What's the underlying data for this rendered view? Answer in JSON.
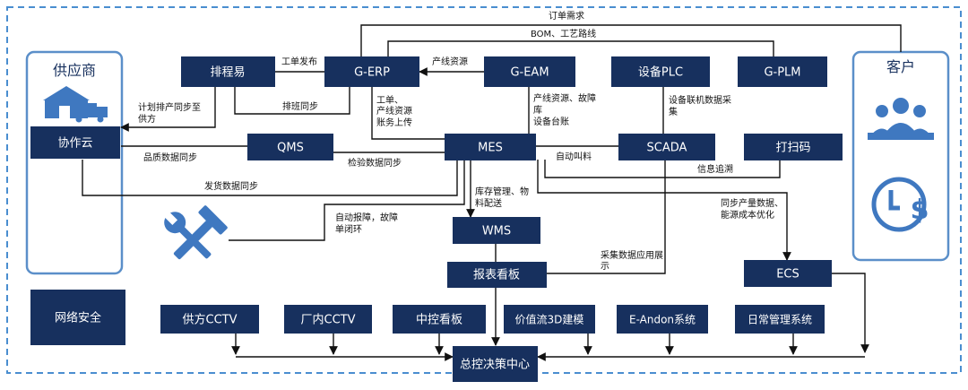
{
  "colors": {
    "node_fill": "#17305e",
    "panel_border": "#5b8fc9",
    "icon_blue": "#3f78c0",
    "frame_dash": "#4a8ed0"
  },
  "panels": {
    "supplier": {
      "title": "供应商"
    },
    "customer": {
      "title": "客户"
    }
  },
  "nodes": {
    "paichengyi": "排程易",
    "g_erp": "G-ERP",
    "g_eam": "G-EAM",
    "shebei_plc": "设备PLC",
    "g_plm": "G-PLM",
    "xiezuoyun": "协作云",
    "qms": "QMS",
    "mes": "MES",
    "scada": "SCADA",
    "dasaoma": "打扫码",
    "wms": "WMS",
    "baobiao": "报表看板",
    "ecs": "ECS",
    "wangluo": "网络安全",
    "gongfang_cctv": "供方CCTV",
    "changnei_cctv": "厂内CCTV",
    "zhongkong": "中控看板",
    "jiazhiliu": "价值流3D建模",
    "eandon": "E-Andon系统",
    "richang": "日常管理系统",
    "zongkong": "总控决策中心"
  },
  "labels": {
    "dingdan": "订单需求",
    "bom": "BOM、工艺路线",
    "gongdanfabu": "工单发布",
    "chanxianziyuan": "产线资源",
    "jihua_1": "计划排产同步至",
    "jihua_2": "供方",
    "paiban": "排班同步",
    "gongdan_1": "工单、",
    "gongdan_2": "产线资源",
    "gongdan_3": "账务上传",
    "chanxian2_1": "产线资源、故障",
    "chanxian2_2": "库",
    "chanxian2_3": "设备台账",
    "shebeilianji_1": "设备联机数据采",
    "shebeilianji_2": "集",
    "pinzhi": "品质数据同步",
    "jianyan": "检验数据同步",
    "zidongjiaoliao": "自动叫料",
    "xinxi": "信息追溯",
    "fahuo": "发货数据同步",
    "kucun_1": "库存管理、物",
    "kucun_2": "料配送",
    "tongbu_1": "同步产量数据、",
    "tongbu_2": "能源成本优化",
    "zidongbaozhang_1": "自动报障，故障",
    "zidongbaozhang_2": "单闭环",
    "caiji_1": "采集数据应用展",
    "caiji_2": "示"
  }
}
